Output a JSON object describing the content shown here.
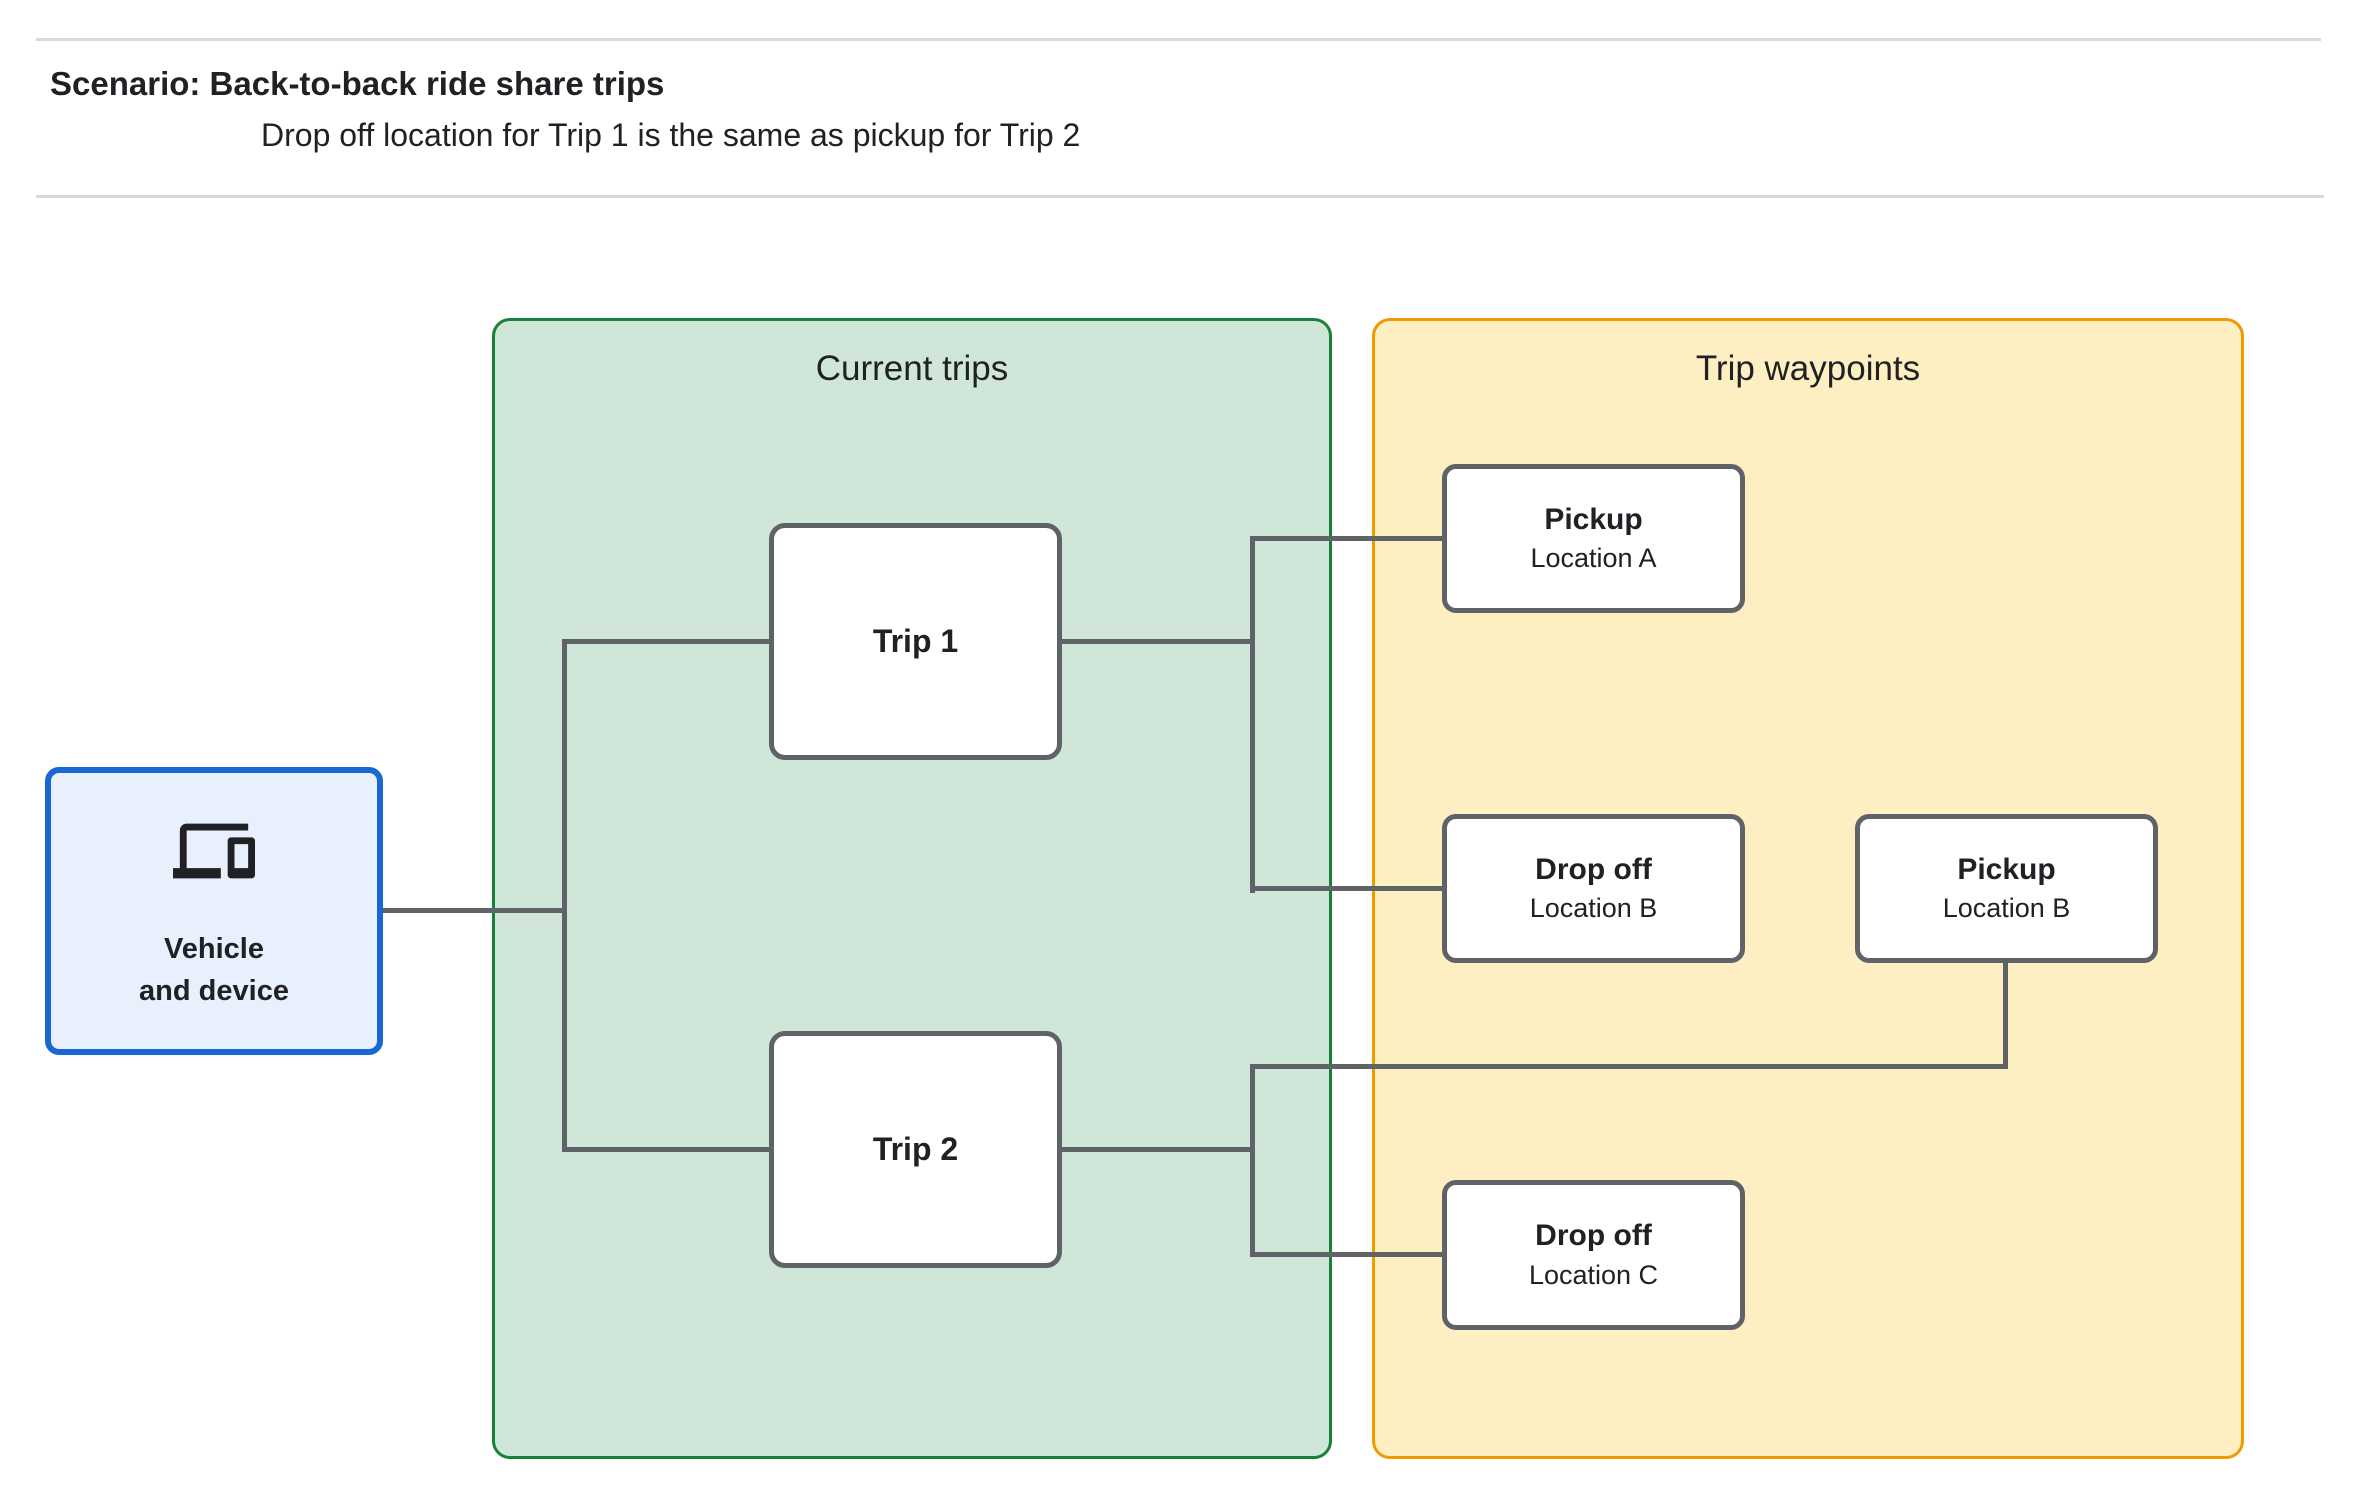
{
  "header": {
    "title": "Scenario: Back-to-back ride share trips",
    "subtitle": "Drop off  location for Trip 1 is the same as pickup for Trip 2"
  },
  "vehicle": {
    "icon": "devices-icon",
    "label_line1": "Vehicle",
    "label_line2": "and device"
  },
  "groups": {
    "current_trips": {
      "label": "Current trips"
    },
    "trip_waypoints": {
      "label": "Trip waypoints"
    }
  },
  "trips": {
    "items": [
      {
        "label": "Trip 1"
      },
      {
        "label": "Trip 2"
      }
    ]
  },
  "waypoints": {
    "items": [
      {
        "title": "Pickup",
        "subtitle": "Location A"
      },
      {
        "title": "Drop off",
        "subtitle": "Location B"
      },
      {
        "title": "Pickup",
        "subtitle": "Location B"
      },
      {
        "title": "Drop off",
        "subtitle": "Location C"
      }
    ]
  },
  "colors": {
    "current_trips_fill": "#cfe6d8",
    "current_trips_border": "#188038",
    "trip_waypoints_fill": "#feefc3",
    "trip_waypoints_border": "#f29900",
    "vehicle_fill": "#e8f0fe",
    "vehicle_border": "#1967d2",
    "connector": "#5f6368",
    "node_border": "#5f6368",
    "text": "#202124",
    "divider": "#d9d9d9"
  }
}
